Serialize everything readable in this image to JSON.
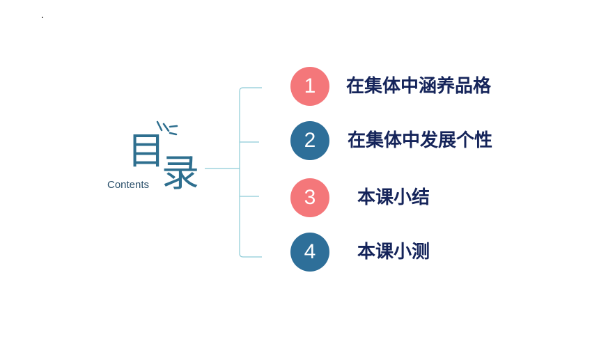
{
  "title": {
    "char1": "目",
    "char2": "录",
    "subtitle": "Contents"
  },
  "colors": {
    "title": "#2e6f8f",
    "red_circle": "#f4777a",
    "blue_circle": "#2e6f99",
    "item_text": "#15245a",
    "bracket": "#8ccbd6"
  },
  "items": [
    {
      "number": "1",
      "label": "在集体中涵养品格",
      "color": "red"
    },
    {
      "number": "2",
      "label": "在集体中发展个性",
      "color": "blue"
    },
    {
      "number": "3",
      "label": "本课小结",
      "color": "red"
    },
    {
      "number": "4",
      "label": "本课小测",
      "color": "blue"
    }
  ]
}
